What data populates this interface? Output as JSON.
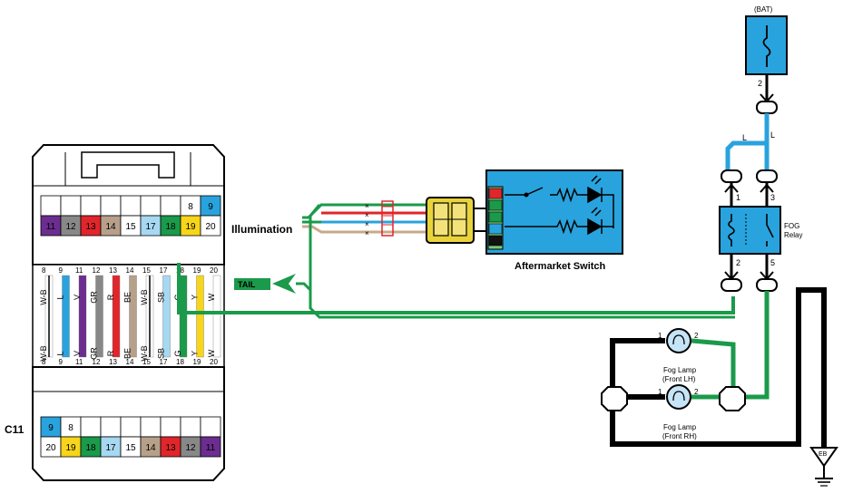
{
  "labels": {
    "bat": "(BAT)",
    "illumination": "Illumination",
    "tail": "TAIL",
    "aftermarket_switch": "Aftermarket Switch",
    "fog_relay_1": "FOG",
    "fog_relay_2": "Relay",
    "fog_lamp_lh_1": "Fog Lamp",
    "fog_lamp_lh_2": "(Front LH)",
    "fog_lamp_rh_1": "Fog Lamp",
    "fog_lamp_rh_2": "(Front RH)",
    "connector": "C11",
    "ground": "EB",
    "wire_l_1": "L",
    "wire_l_2": "L"
  },
  "pins": {
    "bat_2": "2",
    "relay_1": "1",
    "relay_3": "3",
    "relay_2": "2",
    "relay_5": "5",
    "lamp_lh_1": "1",
    "lamp_lh_2": "2",
    "lamp_rh_1": "1",
    "lamp_rh_2": "2"
  },
  "connector_top": {
    "row1": [
      {
        "num": "",
        "color": "#ffffff",
        "text": "#000000"
      },
      {
        "num": "",
        "color": "#ffffff",
        "text": "#000000"
      },
      {
        "num": "",
        "color": "#ffffff",
        "text": "#000000"
      },
      {
        "num": "",
        "color": "#ffffff",
        "text": "#000000"
      },
      {
        "num": "",
        "color": "#ffffff",
        "text": "#000000"
      },
      {
        "num": "",
        "color": "#ffffff",
        "text": "#000000"
      },
      {
        "num": "",
        "color": "#ffffff",
        "text": "#000000"
      },
      {
        "num": "8",
        "color": "#ffffff",
        "text": "#000000"
      },
      {
        "num": "9",
        "color": "#29a3dd",
        "text": "#000000"
      }
    ],
    "row2": [
      {
        "num": "11",
        "color": "#6b2d8f",
        "text": "#ffffff"
      },
      {
        "num": "12",
        "color": "#888888",
        "text": "#ffffff"
      },
      {
        "num": "13",
        "color": "#e0262b",
        "text": "#ffffff"
      },
      {
        "num": "14",
        "color": "#b7a08a",
        "text": "#000000"
      },
      {
        "num": "15",
        "color": "#ffffff",
        "text": "#000000"
      },
      {
        "num": "17",
        "color": "#a6d8f2",
        "text": "#000000"
      },
      {
        "num": "18",
        "color": "#1a9a4a",
        "text": "#ffffff"
      },
      {
        "num": "19",
        "color": "#f7d51b",
        "text": "#000000"
      },
      {
        "num": "20",
        "color": "#ffffff",
        "text": "#000000"
      }
    ]
  },
  "connector_bottom": {
    "row1": [
      {
        "num": "9",
        "color": "#29a3dd",
        "text": "#000000"
      },
      {
        "num": "8",
        "color": "#ffffff",
        "text": "#000000"
      },
      {
        "num": "",
        "color": "#ffffff",
        "text": "#000000"
      },
      {
        "num": "",
        "color": "#ffffff",
        "text": "#000000"
      },
      {
        "num": "",
        "color": "#ffffff",
        "text": "#000000"
      },
      {
        "num": "",
        "color": "#ffffff",
        "text": "#000000"
      },
      {
        "num": "",
        "color": "#ffffff",
        "text": "#000000"
      },
      {
        "num": "",
        "color": "#ffffff",
        "text": "#000000"
      },
      {
        "num": "",
        "color": "#ffffff",
        "text": "#000000"
      }
    ],
    "row2": [
      {
        "num": "20",
        "color": "#ffffff",
        "text": "#000000"
      },
      {
        "num": "19",
        "color": "#f7d51b",
        "text": "#000000"
      },
      {
        "num": "18",
        "color": "#1a9a4a",
        "text": "#ffffff"
      },
      {
        "num": "17",
        "color": "#a6d8f2",
        "text": "#000000"
      },
      {
        "num": "15",
        "color": "#ffffff",
        "text": "#000000"
      },
      {
        "num": "14",
        "color": "#b7a08a",
        "text": "#000000"
      },
      {
        "num": "13",
        "color": "#e0262b",
        "text": "#ffffff"
      },
      {
        "num": "12",
        "color": "#888888",
        "text": "#ffffff"
      },
      {
        "num": "11",
        "color": "#6b2d8f",
        "text": "#ffffff"
      }
    ]
  },
  "harness_wires": [
    {
      "top_pin": "8",
      "bottom_pin": "8",
      "code": "W-B",
      "color": "#ffffff",
      "stripe": "#000000"
    },
    {
      "top_pin": "9",
      "bottom_pin": "9",
      "code": "L",
      "color": "#29a3dd",
      "stripe": ""
    },
    {
      "top_pin": "11",
      "bottom_pin": "11",
      "code": "V",
      "color": "#6b2d8f",
      "stripe": ""
    },
    {
      "top_pin": "12",
      "bottom_pin": "12",
      "code": "GR",
      "color": "#888888",
      "stripe": ""
    },
    {
      "top_pin": "13",
      "bottom_pin": "13",
      "code": "R",
      "color": "#e0262b",
      "stripe": ""
    },
    {
      "top_pin": "14",
      "bottom_pin": "14",
      "code": "BE",
      "color": "#b7a08a",
      "stripe": ""
    },
    {
      "top_pin": "15",
      "bottom_pin": "15",
      "code": "W-B",
      "color": "#ffffff",
      "stripe": "#000000"
    },
    {
      "top_pin": "17",
      "bottom_pin": "17",
      "code": "SB",
      "color": "#a6d8f2",
      "stripe": ""
    },
    {
      "top_pin": "18",
      "bottom_pin": "18",
      "code": "G",
      "color": "#1a9a4a",
      "stripe": ""
    },
    {
      "top_pin": "19",
      "bottom_pin": "19",
      "code": "Y",
      "color": "#f7d51b",
      "stripe": ""
    },
    {
      "top_pin": "20",
      "bottom_pin": "20",
      "code": "W",
      "color": "#ffffff",
      "stripe": ""
    }
  ],
  "switch_leads": [
    {
      "color": "#1a9a4a"
    },
    {
      "color": "#e0262b"
    },
    {
      "color": "#1a9a4a"
    },
    {
      "color": "#29a3dd"
    },
    {
      "color": "#c9a98a"
    }
  ],
  "switch_pins": [
    "#e0262b",
    "#1a9a4a",
    "#1a9a4a",
    "#29a3dd",
    "#111111"
  ],
  "colors": {
    "component_blue": "#29a3dd",
    "wire_green": "#1a9a4a",
    "wire_blue": "#29a3dd",
    "ground_black": "#000000",
    "lamp_fill": "#c6e4f7",
    "tail_tag": "#1a9a4a",
    "plug_yellow": "#e8d43a"
  }
}
